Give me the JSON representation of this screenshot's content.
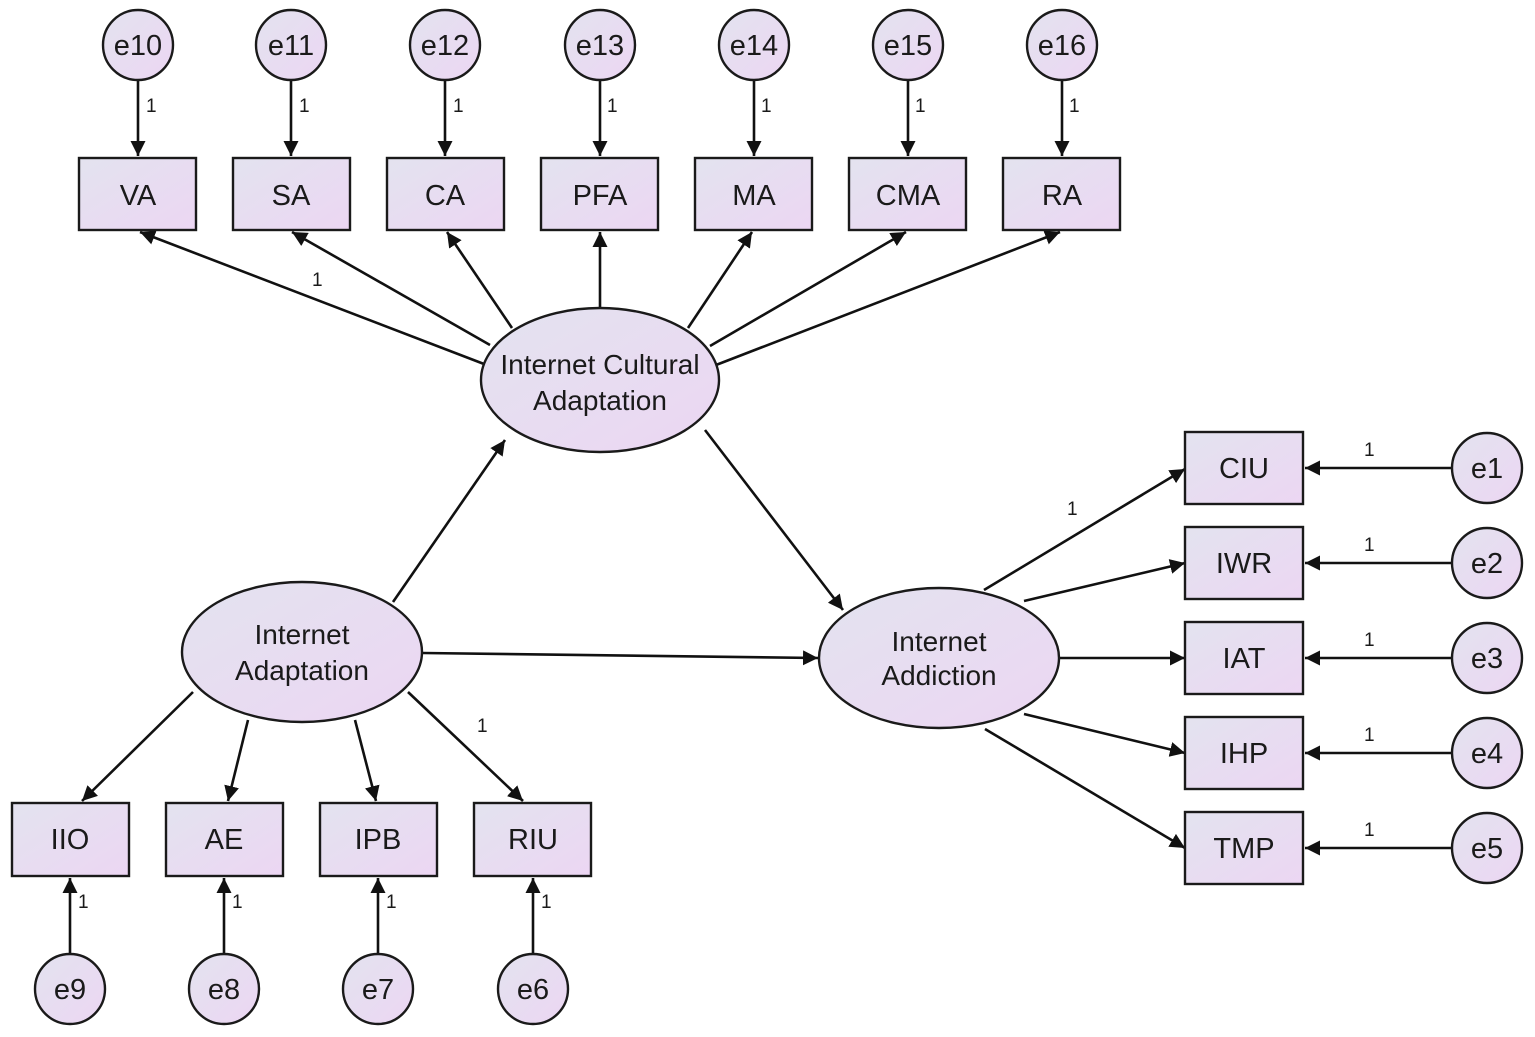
{
  "colors": {
    "fill_start": "#e3e3ef",
    "fill_end": "#ecd6f3",
    "stroke": "#1a1a1a"
  },
  "latents": {
    "ica": {
      "lines": [
        "Internet Cultural",
        "Adaptation"
      ]
    },
    "ia": {
      "lines": [
        "Internet",
        "Adaptation"
      ]
    },
    "iad": {
      "lines": [
        "Internet",
        "Addiction"
      ]
    }
  },
  "indicators": {
    "va": "VA",
    "sa": "SA",
    "ca": "CA",
    "pfa": "PFA",
    "ma": "MA",
    "cma": "CMA",
    "ra": "RA",
    "ciu": "CIU",
    "iwr": "IWR",
    "iat": "IAT",
    "ihp": "IHP",
    "tmp": "TMP",
    "iio": "IIO",
    "ae": "AE",
    "ipb": "IPB",
    "riu": "RIU"
  },
  "errors": {
    "e10": "e10",
    "e11": "e11",
    "e12": "e12",
    "e13": "e13",
    "e14": "e14",
    "e15": "e15",
    "e16": "e16",
    "e1": "e1",
    "e2": "e2",
    "e3": "e3",
    "e4": "e4",
    "e5": "e5",
    "e9": "e9",
    "e8": "e8",
    "e7": "e7",
    "e6": "e6"
  },
  "weights": {
    "e10_va": "1",
    "e11_sa": "1",
    "e12_ca": "1",
    "e13_pfa": "1",
    "e14_ma": "1",
    "e15_cma": "1",
    "e16_ra": "1",
    "ica_sa": "1",
    "e1_ciu": "1",
    "e2_iwr": "1",
    "e3_iat": "1",
    "e4_ihp": "1",
    "e5_tmp": "1",
    "iad_ciu": "1",
    "ia_riu": "1",
    "e9_iio": "1",
    "e8_ae": "1",
    "e7_ipb": "1",
    "e6_riu": "1"
  }
}
